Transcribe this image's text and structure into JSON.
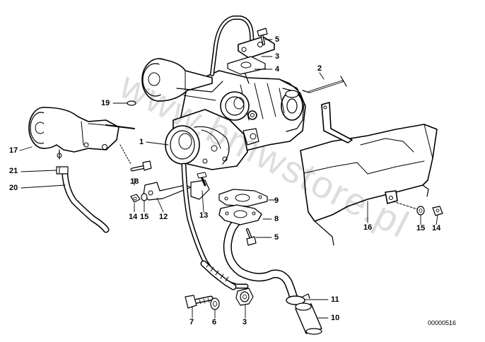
{
  "labels": {
    "p1": "1",
    "p2": "2",
    "p3a": "3",
    "p4": "4",
    "p5a": "5",
    "p19": "19",
    "p17": "17",
    "p21": "21",
    "p20": "20",
    "p18": "18",
    "p14a": "14",
    "p15a": "15",
    "p12": "12",
    "p13": "13",
    "p9": "9",
    "p8": "8",
    "p5b": "5",
    "p16": "16",
    "p15b": "15",
    "p14b": "14",
    "p11": "11",
    "p10": "10",
    "p7": "7",
    "p6": "6",
    "p3b": "3"
  },
  "ref_number": "00000516",
  "watermark": "www.bmwstore.pl"
}
